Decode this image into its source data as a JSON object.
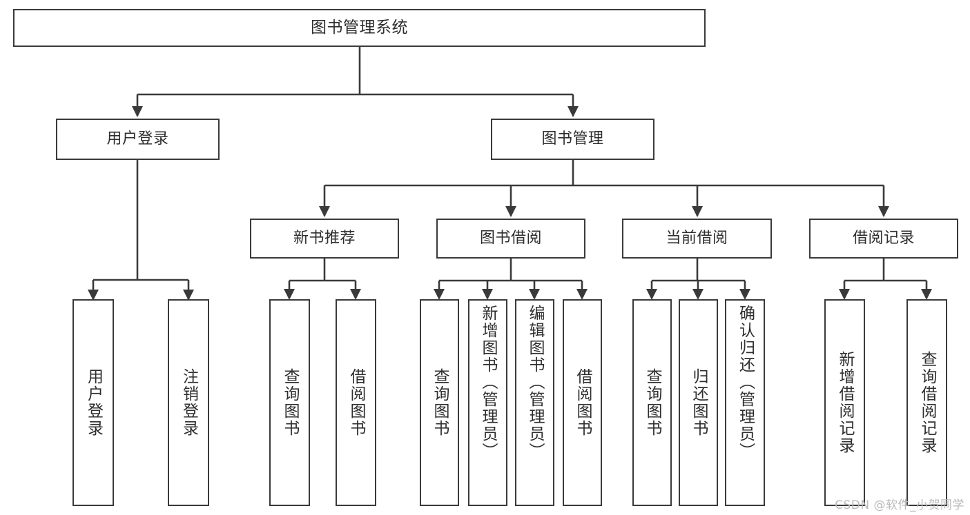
{
  "diagram": {
    "title": "图书管理系统",
    "type": "tree-hierarchy",
    "watermark": "CSDN @软件_小贺同学",
    "stroke_color": "#3a3a3a",
    "text_color": "#2e2e2e",
    "background_color": "#ffffff"
  },
  "nodes": {
    "root": {
      "label": "图书管理系统"
    },
    "level2": [
      {
        "label": "用户登录"
      },
      {
        "label": "图书管理"
      }
    ],
    "level3": [
      {
        "label": "新书推荐"
      },
      {
        "label": "图书借阅"
      },
      {
        "label": "当前借阅"
      },
      {
        "label": "借阅记录"
      }
    ],
    "leaves": {
      "user_login": [
        {
          "label": "用户登录"
        },
        {
          "label": "注销登录"
        }
      ],
      "new_book_rec": [
        {
          "label": "查询图书"
        },
        {
          "label": "借阅图书"
        }
      ],
      "book_borrow": [
        {
          "label": "查询图书"
        },
        {
          "label": "新增图书（管理员）"
        },
        {
          "label": "编辑图书（管理员）"
        },
        {
          "label": "借阅图书"
        }
      ],
      "current_borrow": [
        {
          "label": "查询图书"
        },
        {
          "label": "归还图书"
        },
        {
          "label": "确认归还（管理员）"
        }
      ],
      "borrow_record": [
        {
          "label": "新增借阅记录"
        },
        {
          "label": "查询借阅记录"
        }
      ]
    }
  }
}
